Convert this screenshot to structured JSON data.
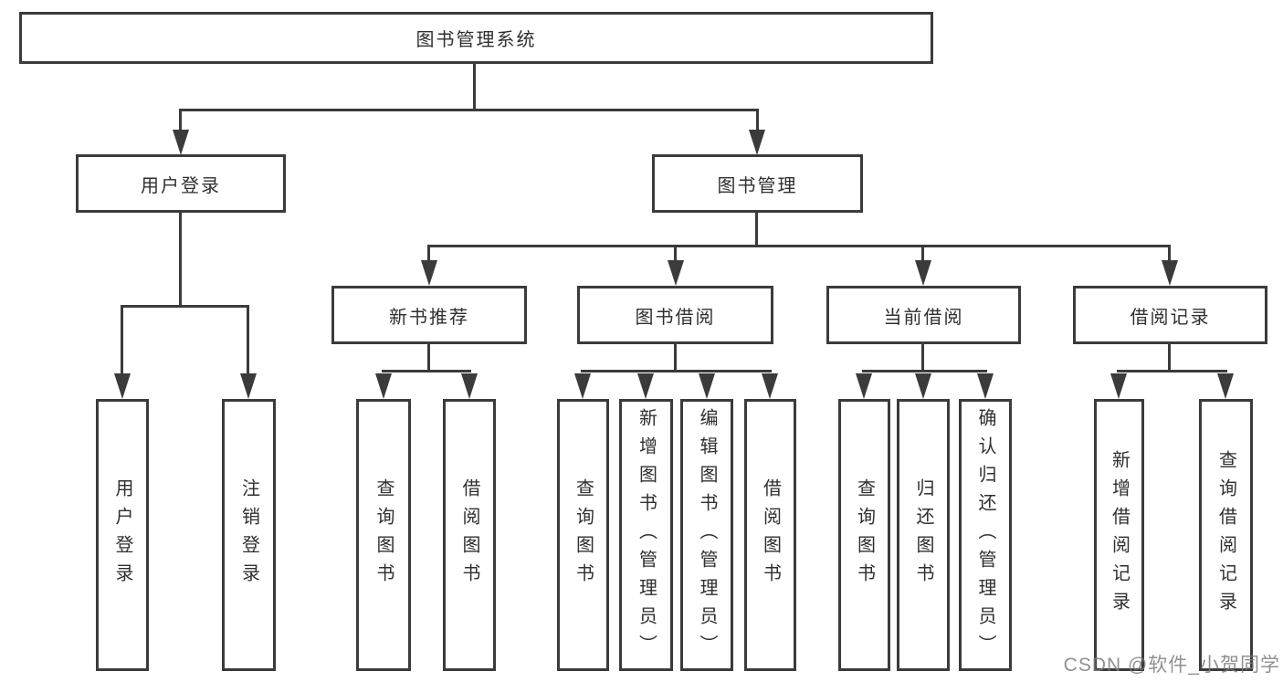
{
  "title": "图书管理系统",
  "watermark": "CSDN @软件_小贺同学",
  "colors": {
    "line": "#3b3b3b",
    "box_border": "#3b3b3b",
    "box_fill": "#ffffff",
    "text": "#2f2f2f",
    "watermark": "#7d7d7d"
  },
  "tree": {
    "label": "图书管理系统",
    "children": [
      {
        "label": "用户登录",
        "children": [
          {
            "label": "用户登录"
          },
          {
            "label": "注销登录"
          }
        ]
      },
      {
        "label": "图书管理",
        "children": [
          {
            "label": "新书推荐",
            "children": [
              {
                "label": "查询图书"
              },
              {
                "label": "借阅图书"
              }
            ]
          },
          {
            "label": "图书借阅",
            "children": [
              {
                "label": "查询图书"
              },
              {
                "label": "新增图书（管理员）"
              },
              {
                "label": "编辑图书（管理员）"
              },
              {
                "label": "借阅图书"
              }
            ]
          },
          {
            "label": "当前借阅",
            "children": [
              {
                "label": "查询图书"
              },
              {
                "label": "归还图书"
              },
              {
                "label": "确认归还（管理员）"
              }
            ]
          },
          {
            "label": "借阅记录",
            "children": [
              {
                "label": "新增借阅记录"
              },
              {
                "label": "查询借阅记录"
              }
            ]
          }
        ]
      }
    ]
  }
}
